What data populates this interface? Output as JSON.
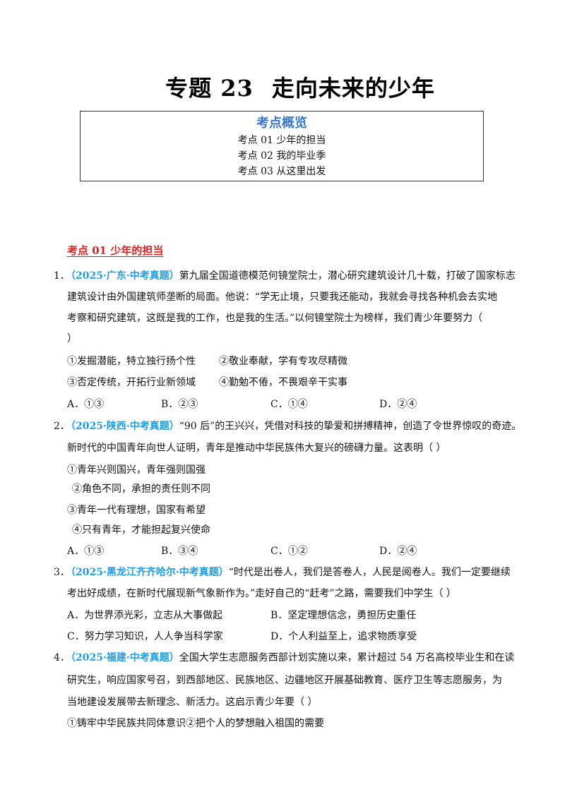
{
  "title": {
    "prefix": "专题 23",
    "main": "走向未来的少年"
  },
  "overview": {
    "heading": "考点概览",
    "items": [
      "考点 01  少年的担当",
      "考点 02  我的毕业季",
      "考点 03  从这里出发"
    ]
  },
  "section1": {
    "heading": "考点 01  少年的担当"
  },
  "q1": {
    "num": "1．",
    "src": "（2025·广东·中考真题）",
    "l1": "第九届全国道德模范何镜堂院士，潜心研究建筑设计几十载，打破了国家标志",
    "l2": "建筑设计由外国建筑师垄断的局面。他说：“学无止境，只要我还能动，我就会寻找各种机会去实地",
    "l3": "考察和研究建筑，这既是我的工作，也是我的生活。”以何镜堂院士为榜样，我们青少年要努力（",
    "l4": "）",
    "s1": "①发掘潜能，特立独行扬个性",
    "s2": "②敬业奉献，学有专攻尽精微",
    "s3": "③否定传统，开拓行业新领域",
    "s4": "④勤勉不倦，不畏艰辛干实事",
    "a": "A．①③",
    "b": "B．②③",
    "c": "C．①④",
    "d": "D．②④"
  },
  "q2": {
    "num": "2．",
    "src": "（2025·陕西·中考真题）",
    "l1": "“90 后”的王兴兴，凭借对科技的挚爱和拼搏精神，创造了令世界惊叹的奇迹。",
    "l2": "新时代的中国青年向世人证明，青年是推动中华民族伟大复兴的磅礴力量。这表明（      ）",
    "s1": "①青年兴则国兴，青年强则国强",
    "s2": "②角色不同，承担的责任则不同",
    "s3": "③青年一代有理想，国家有希望",
    "s4": "④只有青年，才能担起复兴使命",
    "a": "A．①③",
    "b": "B．③④",
    "c": "C．①②",
    "d": "D．②④"
  },
  "q3": {
    "num": "3．",
    "src": "（2025·黑龙江齐齐哈尔·中考真题）",
    "l1": "“时代是出卷人，我们是答卷人，人民是阅卷人。我们一定要继续",
    "l2": "考出好成绩，在新时代展现新气象新作为。”走好自己的“赶考”之路，需要我们中学生（      ）",
    "a": "A．为世界添光彩，立志从大事做起",
    "b": "B．坚定理想信念，勇担历史重任",
    "c": "C．努力学习知识，人人争当科学家",
    "d": "D．个人利益至上，追求物质享受"
  },
  "q4": {
    "num": "4．",
    "src": "（2025·福建·中考真题）",
    "l1": "全国大学生志愿服务西部计划实施以来，累计超过 54 万名高校毕业生和在读",
    "l2": "研究生，响应国家号召，到西部地区、民族地区、边疆地区开展基础教育、医疗卫生等志愿服务，为",
    "l3": "当地建设发展带去新理念、新活力。这启示青少年要（      ）",
    "s1": "①铸牢中华民族共同体意识②把个人的梦想融入祖国的需要"
  }
}
